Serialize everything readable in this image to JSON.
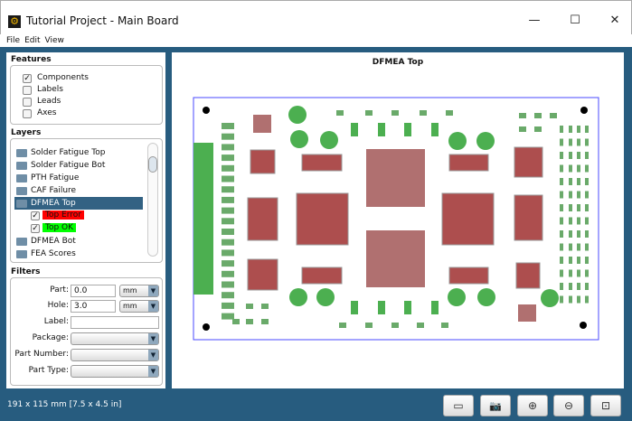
{
  "window": {
    "title": "Tutorial Project - Main Board",
    "minimize": "—",
    "maximize": "☐",
    "close": "✕"
  },
  "menu": [
    "File",
    "Edit",
    "View"
  ],
  "features": {
    "title": "Features",
    "items": [
      {
        "label": "Components",
        "checked": true
      },
      {
        "label": "Labels",
        "checked": false
      },
      {
        "label": "Leads",
        "checked": false
      },
      {
        "label": "Axes",
        "checked": false
      }
    ]
  },
  "layers": {
    "title": "Layers",
    "items": [
      "Solder Fatigue Top",
      "Solder Fatigue Bot",
      "PTH Fatigue",
      "CAF Failure",
      "DFMEA Top"
    ],
    "selected": "DFMEA Top",
    "sublayers": [
      {
        "label": "Top Error",
        "checked": true,
        "color": "#ff0000"
      },
      {
        "label": "Top OK",
        "checked": true,
        "color": "#00ff00"
      }
    ],
    "more": [
      "DFMEA Bot",
      "FEA Scores"
    ]
  },
  "filters": {
    "title": "Filters",
    "part_label": "Part:",
    "part_value": "0.0",
    "part_unit": "mm",
    "hole_label": "Hole:",
    "hole_value": "3.0",
    "hole_unit": "mm",
    "label_label": "Label:",
    "label_value": "",
    "package_label": "Package:",
    "package_value": "",
    "part_number_label": "Part Number:",
    "part_number_value": "",
    "part_type_label": "Part Type:",
    "part_type_value": ""
  },
  "canvas": {
    "title": "DFMEA Top"
  },
  "status": "191 x 115 mm  [7.5 x 4.5 in]",
  "colors": {
    "chrome": "#275c7f",
    "error": "#ad4e4e",
    "ok": "#4caf50",
    "board_border": "#4a4aff"
  },
  "toolbar": [
    {
      "icon": "ruler-icon",
      "glyph": "▭"
    },
    {
      "icon": "camera-icon",
      "glyph": "📷"
    },
    {
      "icon": "zoom-in-icon",
      "glyph": "⊕"
    },
    {
      "icon": "zoom-out-icon",
      "glyph": "⊖"
    },
    {
      "icon": "zoom-fit-icon",
      "glyph": "⊡"
    }
  ]
}
